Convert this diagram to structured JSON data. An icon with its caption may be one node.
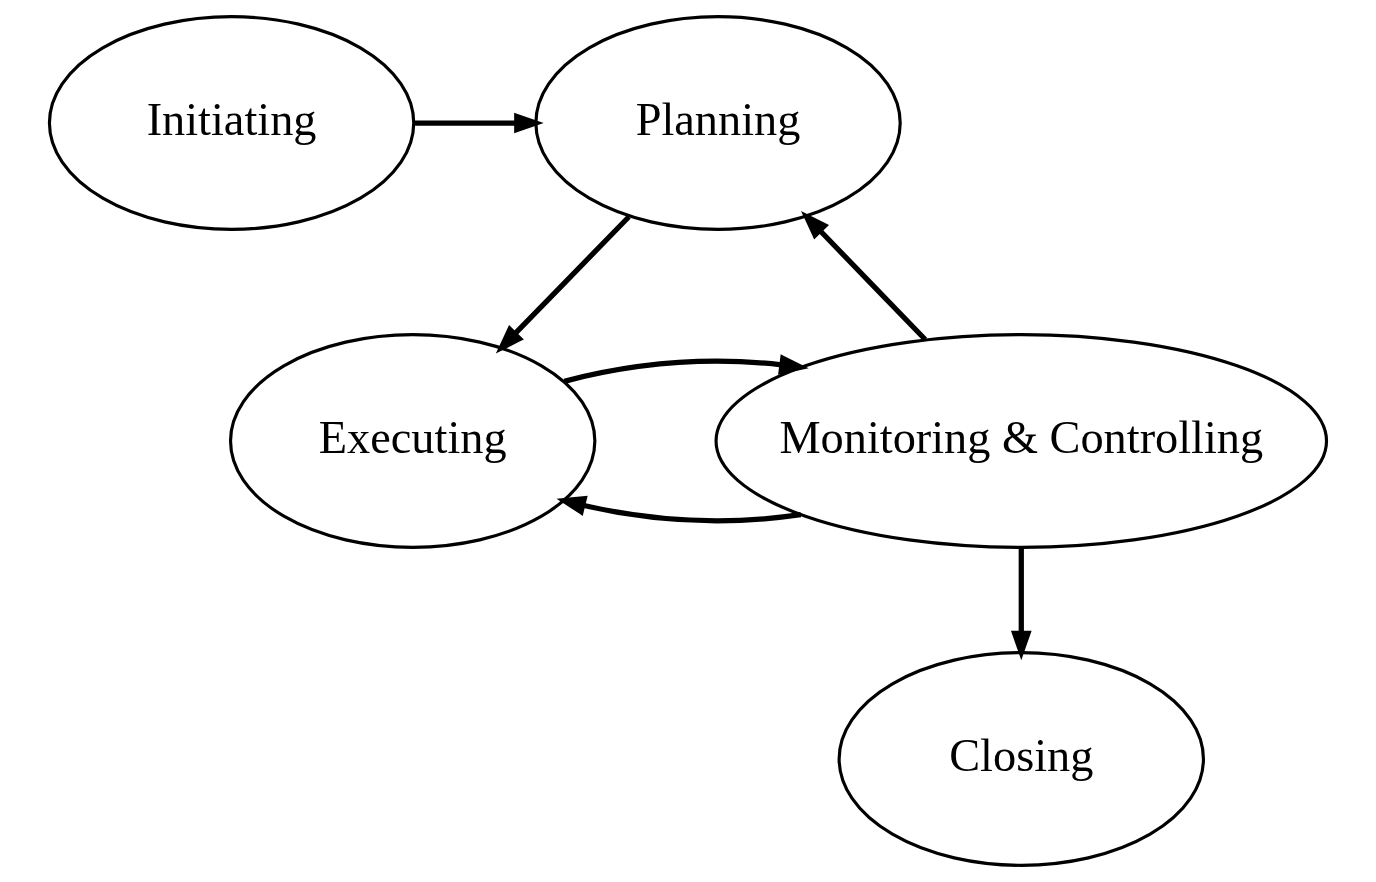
{
  "diagram": {
    "nodes": [
      {
        "text": [
          "Initiating"
        ]
      },
      {
        "text": [
          "Planning"
        ]
      },
      {
        "text": [
          "Monitoring & Controlling"
        ]
      },
      {
        "text": [
          "Executing"
        ]
      },
      {
        "text": [
          "Closing"
        ]
      }
    ],
    "edges": [
      {
        "from": 0,
        "to": 1,
        "arrow": "to"
      },
      {
        "from": 1,
        "to": 3,
        "arrow": "to"
      },
      {
        "from": 2,
        "to": 1,
        "arrow": "to"
      },
      {
        "from": 2,
        "to": 3,
        "arrow": "to"
      },
      {
        "from": 3,
        "to": 2,
        "arrow": "to"
      },
      {
        "from": 2,
        "to": 4,
        "arrow": "to"
      }
    ]
  }
}
